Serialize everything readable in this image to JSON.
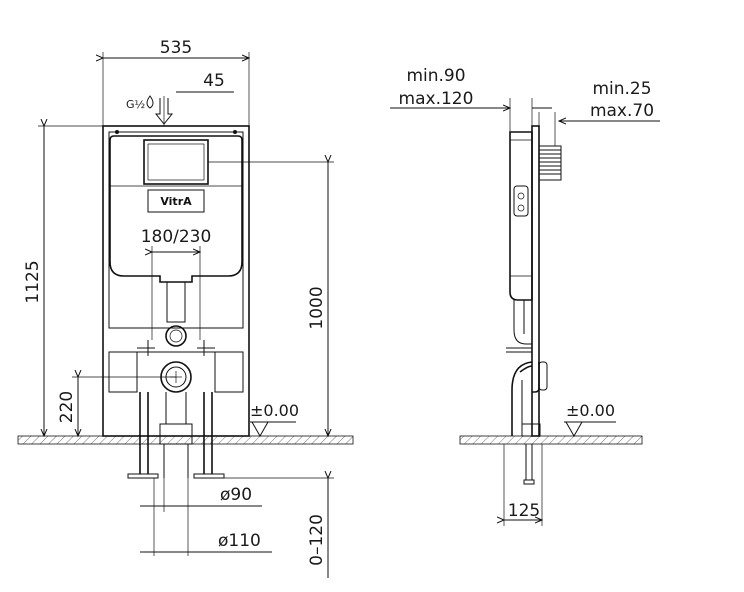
{
  "front_view": {
    "width_label": "535",
    "offset_label": "45",
    "valve_label": "G½",
    "brand": "VitrA",
    "flush_width_label": "180/230",
    "height_label": "1125",
    "tank_height_label": "1000",
    "outlet_height_label": "220",
    "level_label": "±0.00",
    "pipe_small_label": "ø90",
    "pipe_large_label": "ø110",
    "adjust_label": "0–120"
  },
  "side_view": {
    "depth_min_label": "min.90",
    "depth_max_label": "max.120",
    "wall_min_label": "min.25",
    "wall_max_label": "max.70",
    "level_label": "±0.00",
    "base_label": "125"
  }
}
